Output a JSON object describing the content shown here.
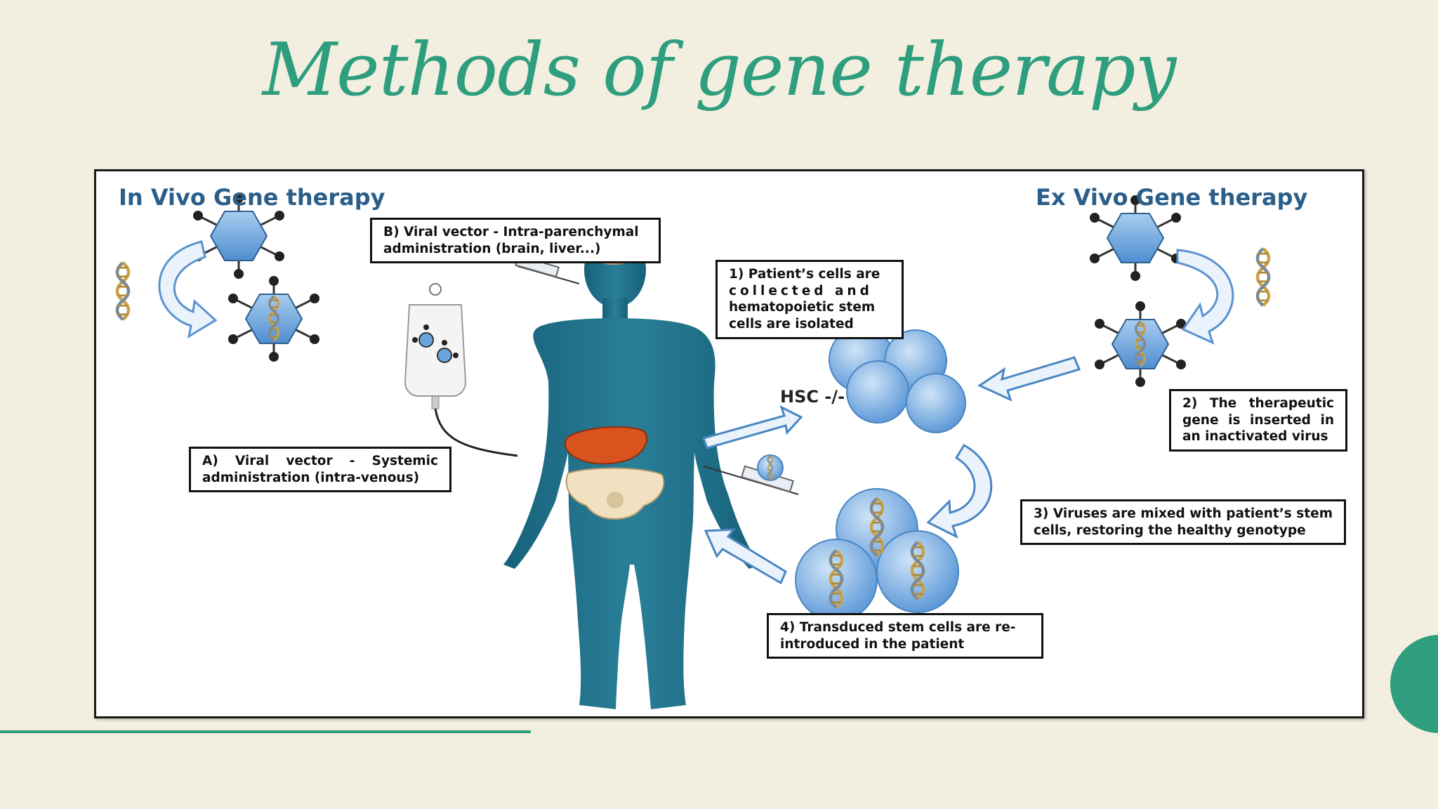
{
  "slide": {
    "title": "Methods of gene therapy"
  },
  "diagram": {
    "in_vivo_heading": "In Vivo Gene therapy",
    "ex_vivo_heading": "Ex Vivo Gene therapy",
    "hsc_label": "HSC -/-",
    "callouts": {
      "a": "A) Viral vector - Systemic administration (intra-venous)",
      "b": "B) Viral vector - Intra-parenchymal administration (brain, liver...)",
      "step1_line1": "1) Patient’s cells are",
      "step1_line2": "collected and",
      "step1_line3": "hematopoietic stem",
      "step1_line4": "cells are isolated",
      "step2": "2) The therapeutic gene is inserted in an inactivated virus",
      "step3": "3) Viruses are mixed with patient’s stem cells, restoring the healthy genotype",
      "step4": "4) Transduced stem cells are re-introduced in the patient"
    },
    "colors": {
      "body": "#1f6e86",
      "cell": "#7fb4e6",
      "virus": "#6aa4df",
      "arrow_outline": "#4a86c2",
      "liver": "#d9531e",
      "title": "#2e9e7e"
    }
  }
}
